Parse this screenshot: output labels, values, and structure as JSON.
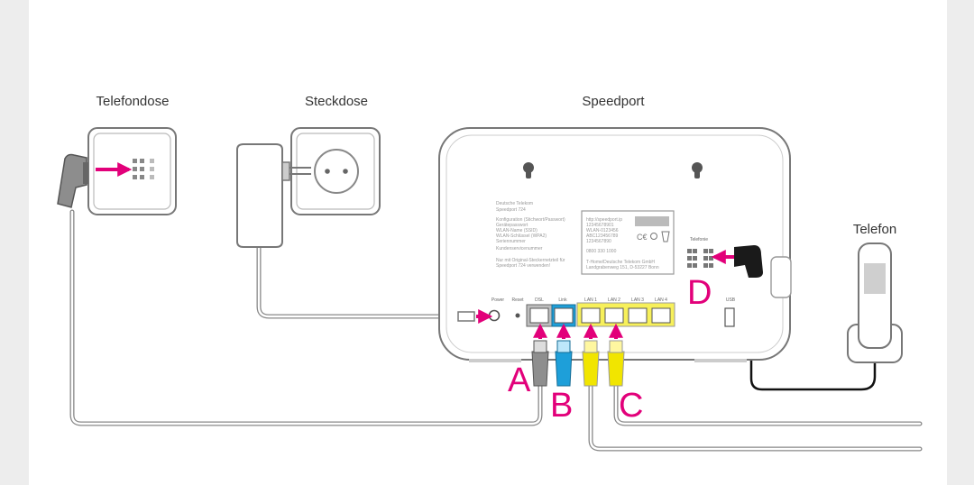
{
  "labels": {
    "telefondose": "Telefondose",
    "steckdose": "Steckdose",
    "speedport": "Speedport",
    "telefon": "Telefon"
  },
  "device": {
    "brand": "Deutsche Telekom",
    "model": "Speedport 724",
    "info_lines": [
      "Konfiguration (Stichwort/Passwort)",
      "Gerätepasswort",
      "WLAN-Name (SSID)",
      "WLAN-Schlüssel (WPA2)",
      "Seriennummer",
      "Kundenservicenummer"
    ],
    "note_lines": [
      "Nur mit Original-Steckernetzteil für",
      "Speedport 724 verwenden!"
    ],
    "sticker_lines": [
      "http://speedport.ip",
      "12345678901",
      "WLAN-0123456",
      "ABC123456789",
      "1234567890",
      "0800 330 1000"
    ],
    "maker_lines": [
      "T-Home/Deutsche Telekom GmbH",
      "Landgrabenweg 151, D-53227 Bonn"
    ],
    "telefonie_label": "Telefonie",
    "power_label": "Power",
    "reset_label": "Reset",
    "dsl_label": "DSL",
    "link_label": "Link",
    "lan_labels": [
      "LAN 1",
      "LAN 2",
      "LAN 3",
      "LAN 4"
    ],
    "usb_label": "USB"
  },
  "letters": {
    "a": "A",
    "b": "B",
    "c": "C",
    "d": "D"
  },
  "colors": {
    "accent": "#e2007a",
    "dsl_cable": "#8e8e8e",
    "link_cable": "#1e9fd9",
    "lan_cable": "#f1e500",
    "lan_panel": "#f7f05a",
    "outline": "#777777"
  }
}
